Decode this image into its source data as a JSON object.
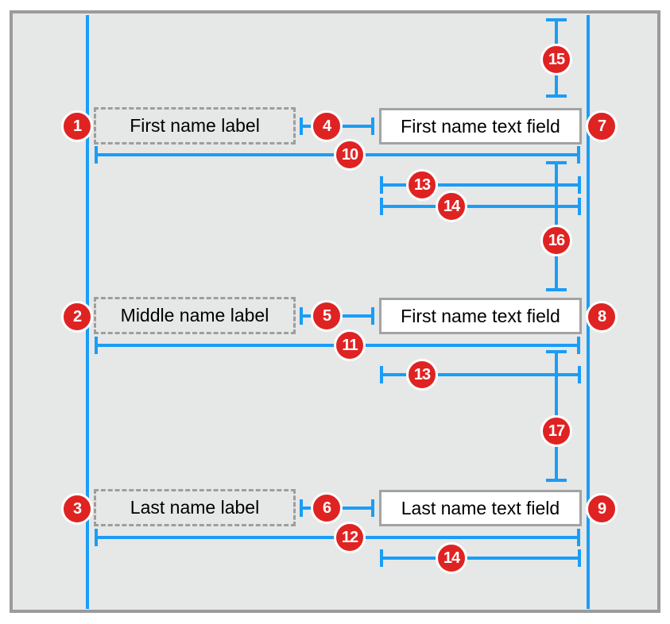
{
  "figure": {
    "labels": [
      {
        "text": "First name label"
      },
      {
        "text": "Middle name label"
      },
      {
        "text": "Last name label"
      }
    ],
    "text_fields": [
      {
        "text": "First name text field"
      },
      {
        "text": "First name text field"
      },
      {
        "text": "Last name text field"
      }
    ],
    "badges": [
      {
        "value": "1"
      },
      {
        "value": "2"
      },
      {
        "value": "3"
      },
      {
        "value": "4"
      },
      {
        "value": "5"
      },
      {
        "value": "6"
      },
      {
        "value": "7"
      },
      {
        "value": "8"
      },
      {
        "value": "9"
      },
      {
        "value": "10"
      },
      {
        "value": "11"
      },
      {
        "value": "12"
      },
      {
        "value": "13"
      },
      {
        "value": "14"
      },
      {
        "value": "15"
      },
      {
        "value": "16"
      },
      {
        "value": "13"
      },
      {
        "value": "17"
      },
      {
        "value": "14"
      }
    ],
    "colors": {
      "background": "#e6e7e7",
      "frame_border": "#9b9b9b",
      "constraint_blue": "#1a9df6",
      "badge_red": "#df2322",
      "box_border_gray": "#a3a3a3",
      "dashed_border_gray": "#9e9e9e"
    }
  }
}
